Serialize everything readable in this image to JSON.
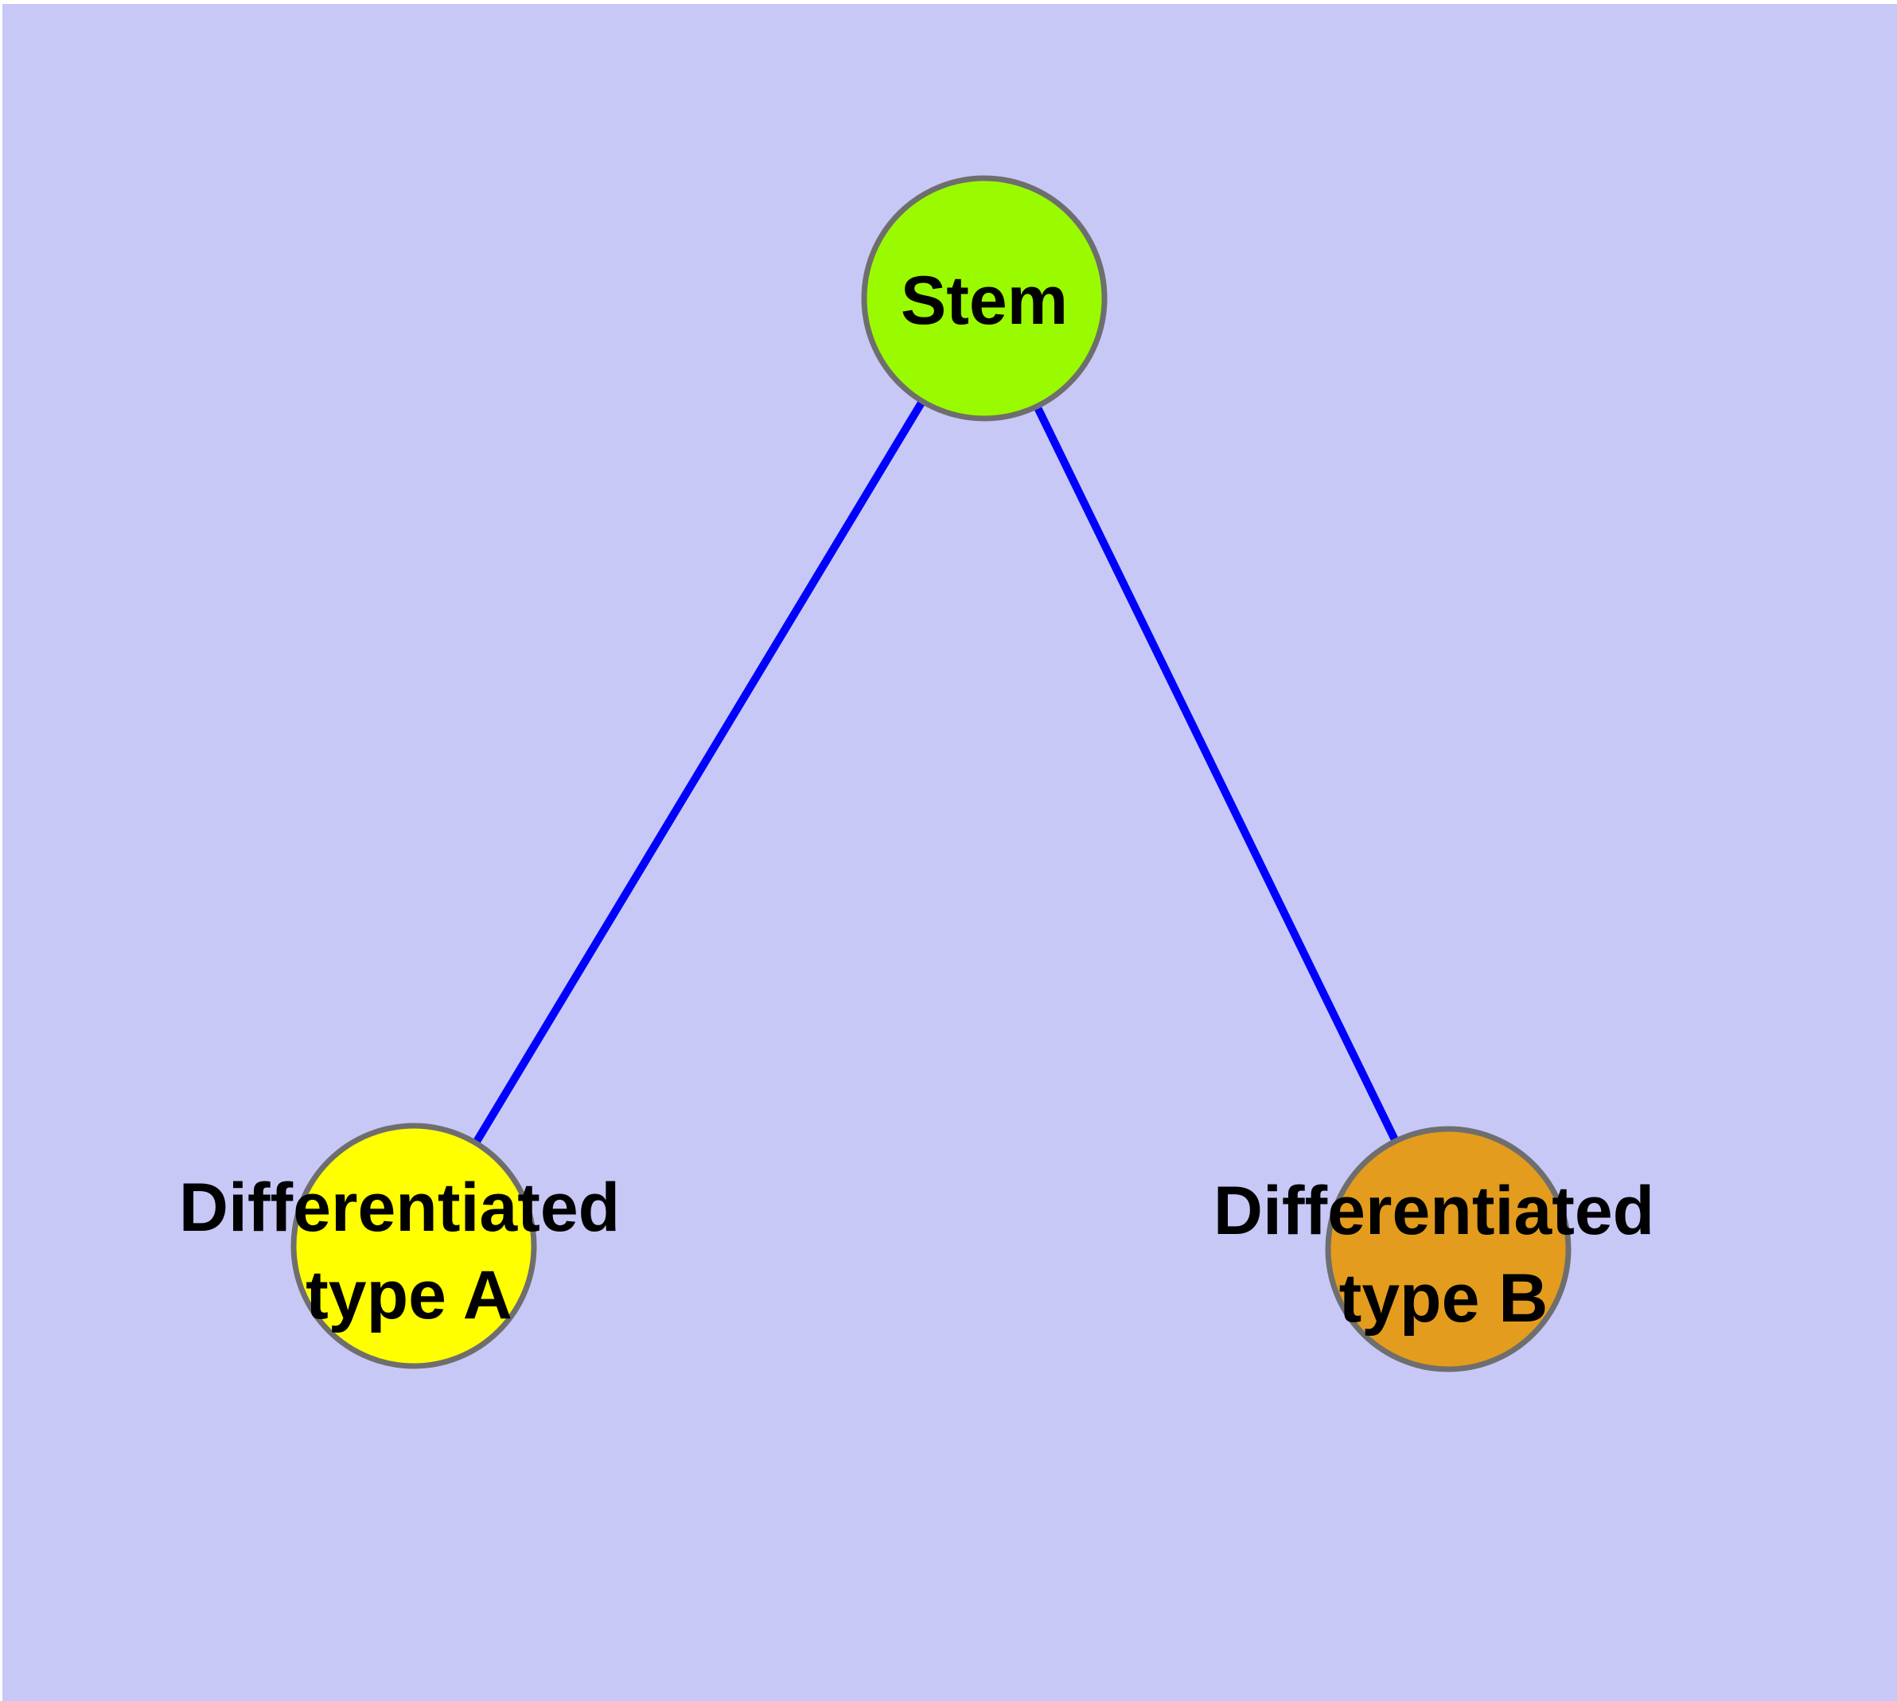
{
  "canvas": {
    "page_background_color": "#ffffff",
    "panel_color": "#c8c8f7",
    "edge_color": "#0000ff",
    "node_border_color": "#6e6e6e",
    "label_color": "#000000"
  },
  "nodes": {
    "stem": {
      "label": "Stem",
      "fill": "#9afb00"
    },
    "type_a": {
      "label_line1": "Differentiated",
      "label_line2": "type A",
      "fill": "#ffff00"
    },
    "type_b": {
      "label_line1": "Differentiated",
      "label_line2": "type B",
      "fill": "#e39c1e"
    }
  },
  "edges": [
    {
      "from": "Stem",
      "to": "Differentiated type A"
    },
    {
      "from": "Stem",
      "to": "Differentiated type B"
    }
  ]
}
